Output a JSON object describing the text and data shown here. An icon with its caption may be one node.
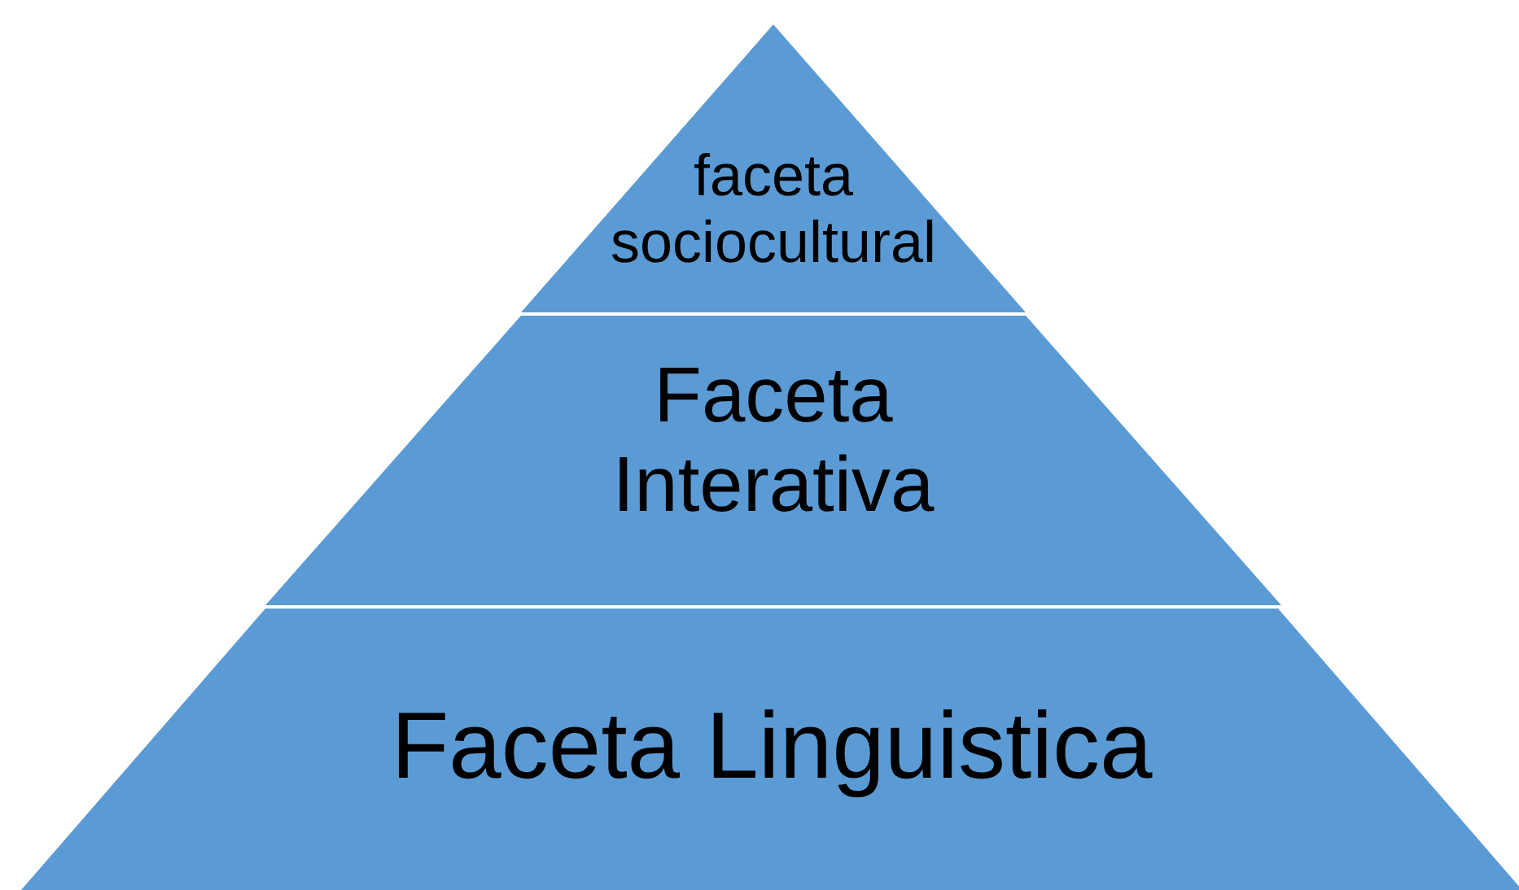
{
  "diagram": {
    "nodes": [
      {
        "text": [
          "faceta sociocultural"
        ]
      },
      {
        "text": [
          "Faceta Interativa"
        ]
      },
      {
        "text": [
          "Faceta Linguistica"
        ]
      }
    ]
  }
}
